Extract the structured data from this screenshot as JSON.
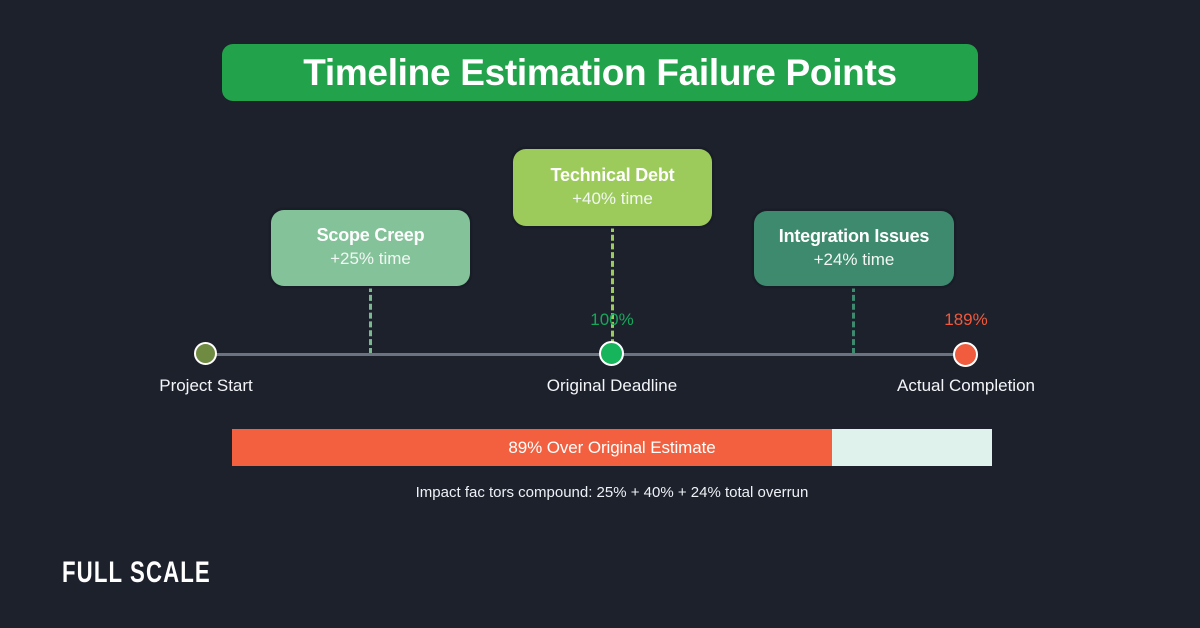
{
  "header": {
    "title": "Timeline Estimation Failure Points",
    "banner_color": "#22a24a"
  },
  "background_color": "#1d212c",
  "chart_data": {
    "type": "timeline",
    "title": "Timeline Estimation Failure Points",
    "xlabel": "",
    "ylabel": "",
    "milestones": [
      {
        "label": "Project Start",
        "percent": "",
        "position_pct": 0,
        "color": "#6f8b42"
      },
      {
        "label": "Original Deadline",
        "percent": "100%",
        "position_pct": 53,
        "color": "#16b45b"
      },
      {
        "label": "Actual Completion",
        "percent": "189%",
        "position_pct": 100,
        "color": "#f25c3e"
      }
    ],
    "factors": [
      {
        "name": "Scope Creep",
        "value": "+25% time",
        "percent": 25,
        "color": "#84c39a"
      },
      {
        "name": "Technical Debt",
        "value": "+40% time",
        "percent": 40,
        "color": "#9ccb5b"
      },
      {
        "name": "Integration Issues",
        "value": "+24% time",
        "percent": 24,
        "color": "#3e8a6e"
      }
    ],
    "overrun": {
      "label": "89% Over Original Estimate",
      "value": 89,
      "fill_pct": 79,
      "fill_color": "#f2603f",
      "track_color": "#dff2ec"
    },
    "caption": "Impact fac tors compound: 25% + 40% + 24% total overrun"
  },
  "timeline": {
    "markers": {
      "start": {
        "label": "Project Start",
        "percent": ""
      },
      "deadline": {
        "label": "Original Deadline",
        "percent": "100%"
      },
      "actual": {
        "label": "Actual Completion",
        "percent": "189%"
      }
    }
  },
  "cards": {
    "scope": {
      "title": "Scope Creep",
      "value": "+25% time"
    },
    "debt": {
      "title": "Technical Debt",
      "value": "+40% time"
    },
    "integration": {
      "title": "Integration Issues",
      "value": "+24% time"
    }
  },
  "overrun_bar": {
    "label": "89% Over Original Estimate"
  },
  "caption": {
    "text": "Impact fac tors compound: 25% + 40% + 24% total overrun"
  },
  "brand": {
    "logo_text": "FULL SCALE"
  }
}
